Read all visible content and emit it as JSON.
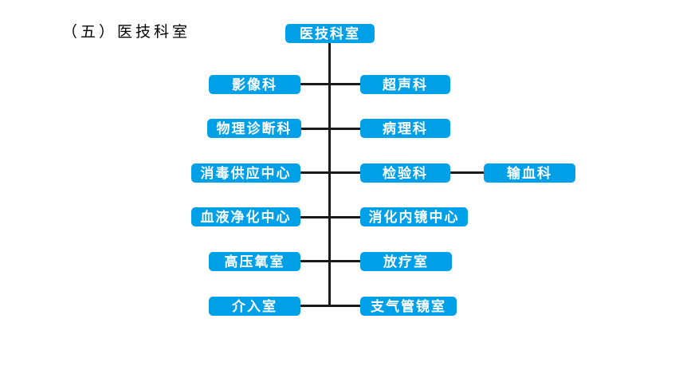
{
  "heading": "（五）医技科室",
  "org": {
    "root": "医技科室",
    "rows": [
      {
        "left": "影像科",
        "right": "超声科"
      },
      {
        "left": "物理诊断科",
        "right": "病理科"
      },
      {
        "left": "消毒供应中心",
        "right": "检验科",
        "extra": "输血科"
      },
      {
        "left": "血液净化中心",
        "right": "消化内镜中心"
      },
      {
        "left": "高压氧室",
        "right": "放疗室"
      },
      {
        "left": "介入室",
        "right": "支气管镜室"
      }
    ]
  },
  "colors": {
    "node_fill": "#00a0e9",
    "node_text": "#ffffff",
    "connector": "#1a1a1a",
    "background": "#ffffff"
  }
}
